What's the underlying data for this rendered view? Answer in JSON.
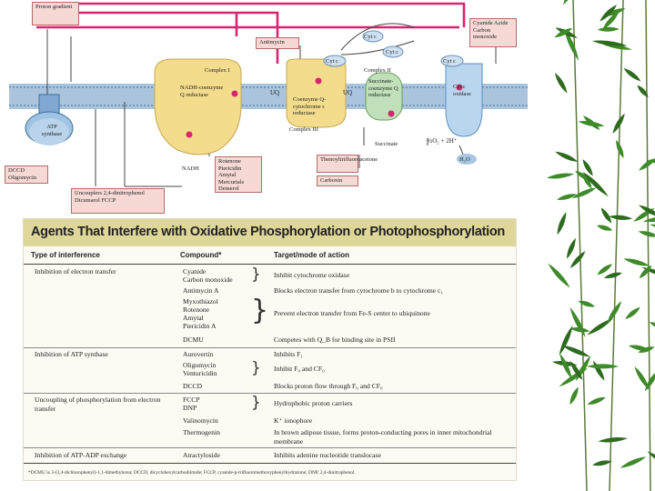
{
  "diagram": {
    "proton_gradient": "Proton gradient",
    "cyanide_box": "Cyanide Azide Carbon monoxide",
    "antimycin_box": "Antimycin",
    "cytc_labels": [
      "Cyt c",
      "Cyt c",
      "Cyt c",
      "Cyt c"
    ],
    "complex_i": "Complex I",
    "complex_ii": "Complex II",
    "complex_iii": "Complex III",
    "nadh_reductase": "NADH-coenzyme Q reductase",
    "uq1": "UQ",
    "uq2": "UQ",
    "coq_cytc": "Coenzyme Q-cytochrome c reductase",
    "succinate_reductase": "Succinate-coenzyme Q reductase",
    "cytc_oxidase": "Cyt c oxidase",
    "atp_synthase": "ATP synthase",
    "nadh": "NADH",
    "succinate": "Succinate",
    "water_eq": "½O₂ + 2H⁺",
    "h2o": "H₂O",
    "dccd_box": "DCCD Oligomycin",
    "uncouplers_box": "Uncouplers 2,4-dinitrophenol Dicumarol FCCP",
    "rotenone_box": "Rotenone Piericidin Amytal Mercurials Demerol",
    "thenoyl_box": "Thenoyltrifluoroacetone",
    "carboxin_box": "Carboxin"
  },
  "table": {
    "title": "Agents That Interfere with Oxidative Phosphorylation or Photophosphorylation",
    "headers": [
      "Type of interference",
      "Compound*",
      "Target/mode of action"
    ],
    "rows": [
      {
        "type": "Inhibition of electron transfer",
        "compounds": [
          "Cyanide",
          "Carbon monoxide"
        ],
        "target": "Inhibit cytochrome oxidase"
      },
      {
        "type": "",
        "compounds": [
          "Antimycin A"
        ],
        "target": "Blocks electron transfer from cytochrome b to cytochrome c₁"
      },
      {
        "type": "",
        "compounds": [
          "Myxothiazol",
          "Rotenone",
          "Amytal",
          "Piericidin A"
        ],
        "target": "Prevent electron transfer from Fe-S center to ubiquinone"
      },
      {
        "type": "",
        "compounds": [
          "DCMU"
        ],
        "target": "Competes with Q_B for binding site in PSII"
      },
      {
        "type": "Inhibition of ATP synthase",
        "compounds": [
          "Aurovertin"
        ],
        "target": "Inhibits F₁"
      },
      {
        "type": "",
        "compounds": [
          "Oligomycin",
          "Venturicidin"
        ],
        "target": "Inhibit F₀ and CF₀"
      },
      {
        "type": "",
        "compounds": [
          "DCCD"
        ],
        "target": "Blocks proton flow through F₀ and CF₀"
      },
      {
        "type": "Uncoupling of phosphorylation from electron transfer",
        "compounds": [
          "FCCP",
          "DNP"
        ],
        "target": "Hydrophobic proton carriers"
      },
      {
        "type": "",
        "compounds": [
          "Valinomycin"
        ],
        "target": "K⁺ ionophore"
      },
      {
        "type": "",
        "compounds": [
          "Thermogenin"
        ],
        "target": "In brown adipose tissue, forms proton-conducting pores in inner mitochondrial membrane"
      },
      {
        "type": "Inhibition of ATP-ADP exchange",
        "compounds": [
          "Atractyloside"
        ],
        "target": "Inhibits adenine nucleotide translocase"
      }
    ],
    "footnote": "*DCMU is 3-(3,4-dichlorophenyl)-1,1-dimethylurea; DCCD, dicyclohexylcarbodiimide; FCCP, cyanide-p-trifluoromethoxyphenylhydrazone; DNP, 2,4-dinitrophenol."
  },
  "colors": {
    "arrow_magenta": "#d6266f",
    "complex_yellow": "#f3dc8c",
    "membrane_blue": "#7da7c9",
    "title_band": "#dfd79a",
    "bamboo_green": "#2f6b1f"
  }
}
